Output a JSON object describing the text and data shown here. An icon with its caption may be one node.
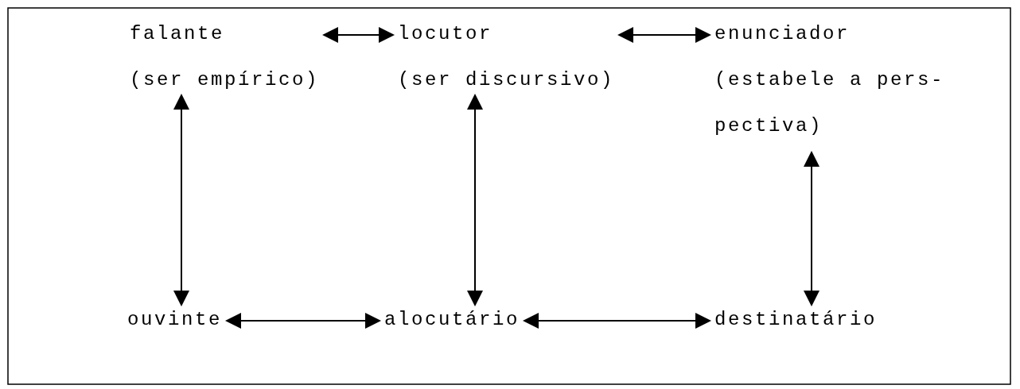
{
  "diagram": {
    "nodes": [
      {
        "text": [
          "falante",
          "(ser empírico)"
        ]
      },
      {
        "text": [
          "locutor",
          "(ser discursivo)"
        ]
      },
      {
        "text": [
          "enunciador",
          "(estabele a pers- pectiva)"
        ]
      },
      {
        "text": [
          "ouvinte"
        ]
      },
      {
        "text": [
          "alocutário"
        ]
      },
      {
        "text": [
          "destinatário"
        ]
      }
    ],
    "edges": [
      {
        "from": 0,
        "to": 1,
        "arrow": "both"
      },
      {
        "from": 1,
        "to": 2,
        "arrow": "both"
      },
      {
        "from": 0,
        "to": 3,
        "arrow": "both"
      },
      {
        "from": 1,
        "to": 4,
        "arrow": "both"
      },
      {
        "from": 2,
        "to": 5,
        "arrow": "both"
      },
      {
        "from": 3,
        "to": 4,
        "arrow": "both"
      },
      {
        "from": 4,
        "to": 5,
        "arrow": "both"
      }
    ]
  }
}
